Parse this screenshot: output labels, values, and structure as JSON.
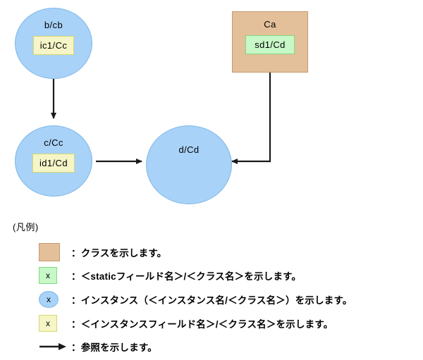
{
  "diagram": {
    "nodes": [
      {
        "id": "b",
        "kind": "instance",
        "title": "b/cb",
        "field": "ic1/Cc",
        "field_kind": "instance-field"
      },
      {
        "id": "c",
        "kind": "instance",
        "title": "c/Cc",
        "field": "id1/Cd",
        "field_kind": "instance-field"
      },
      {
        "id": "d",
        "kind": "instance",
        "title": "d/Cd",
        "field": "",
        "field_kind": "none"
      },
      {
        "id": "Ca",
        "kind": "class",
        "title": "Ca",
        "field": "sd1/Cd",
        "field_kind": "static-field"
      }
    ],
    "edges": [
      {
        "from": "b",
        "to": "c"
      },
      {
        "from": "c",
        "to": "d"
      },
      {
        "from": "Ca",
        "to": "d"
      }
    ]
  },
  "legend": {
    "title": "(凡例)",
    "sample_letter": "x",
    "rows": [
      {
        "icon": "class-swatch",
        "text": "：クラスを示します。"
      },
      {
        "icon": "static-field-swatch",
        "text": "：＜staticフィールド名＞/＜クラス名＞を示します。"
      },
      {
        "icon": "instance-swatch",
        "text": "：インスタンス（＜インスタンス名/＜クラス名＞）を示します。"
      },
      {
        "icon": "instance-field-swatch",
        "text": "：＜インスタンスフィールド名＞/＜クラス名＞を示します。"
      },
      {
        "icon": "arrow-swatch",
        "text": "：参照を示します。"
      }
    ]
  },
  "colors": {
    "instance_fill": "#a8d2f7",
    "instance_stroke": "#7fb8ea",
    "class_fill": "#e3bf9a",
    "class_stroke": "#c89a6e",
    "static_field_fill": "#c8f7c8",
    "static_field_stroke": "#7fdd7f",
    "instance_field_fill": "#f5f5c8",
    "instance_field_stroke": "#d8d86a",
    "edge": "#1a1a1a"
  }
}
